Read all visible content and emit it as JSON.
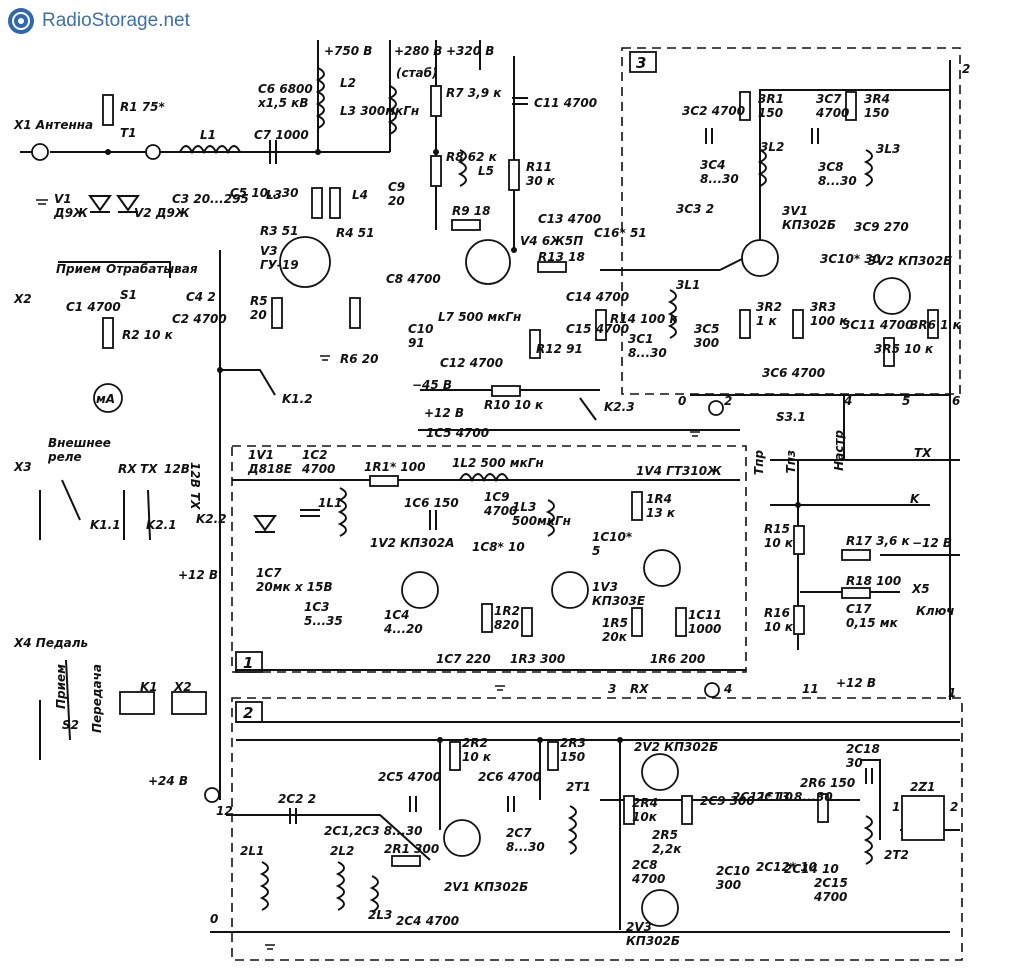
{
  "watermark": {
    "text": "RadioStorage.net",
    "icon": "radio-logo-icon"
  },
  "blocks": [
    {
      "id": "block-3",
      "label": "3"
    },
    {
      "id": "block-1",
      "label": "1"
    },
    {
      "id": "block-2",
      "label": "2"
    }
  ],
  "supply_labels": [
    "+750 В",
    "+280 В",
    "+320 В",
    "(стаб)",
    "−45 В",
    "+12 В",
    "+12 В",
    "+24 В",
    "−12 В",
    "+12 В"
  ],
  "connectors": [
    {
      "ref": "X1",
      "label": "Антенна"
    },
    {
      "ref": "X2",
      "label": ""
    },
    {
      "ref": "X3",
      "label": "Внешнее реле"
    },
    {
      "ref": "X4",
      "label": "Педаль"
    },
    {
      "ref": "X5",
      "label": "Ключ"
    }
  ],
  "components": {
    "R1": "75*",
    "T1": "T1",
    "V1": "Д9Ж",
    "V2": "Д9Ж",
    "C1": "4700",
    "R2": "10 к",
    "P1": "мА",
    "S1": "S1",
    "S1_a": "Прием",
    "S1_b": "Отрабатывая",
    "C2": "4700",
    "C3": "20...295",
    "C4": "2",
    "L1": "L1",
    "C5": "10...30",
    "C6": "6800 х1,5 кВ",
    "C7": "1000",
    "L2": "L2",
    "L3_choke": "300мкГн",
    "L3": "L3",
    "L4": "L4",
    "R3": "51",
    "R4": "51",
    "V3": "ГУ-19",
    "R5": "20",
    "R6": "20",
    "C8": "4700",
    "R7": "3,9 к",
    "R8": "62 к",
    "L5": "L5",
    "C9": "20",
    "R9": "18",
    "C10": "91",
    "L7": "500 мкГн",
    "C11": "4700",
    "R11": "30 к",
    "C13": "4700",
    "C16": "51",
    "V4": "6Ж5П",
    "R13": "18",
    "C12": "4700",
    "R12": "91",
    "C14": "4700",
    "C15": "4700",
    "R14": "100 к",
    "R10": "10 к",
    "K1.2": "K1.2",
    "K2.3": "K2.3",
    "R15": "10 к",
    "R16": "10 к",
    "R17": "3,6 к",
    "R18": "100",
    "C17": "0,15 мк"
  },
  "block3": {
    "3C2": "4700",
    "3R1": "150",
    "3C7": "4700",
    "3R4": "150",
    "3C4": "8...30",
    "3L2": "3L2",
    "3C8": "8...30",
    "3L3": "3L3",
    "3C3": "2",
    "3V1": "КП302Б",
    "3C9": "270",
    "3C10": "30",
    "3V2": "КП302Б",
    "3L1": "3L1",
    "3R2": "1 к",
    "3R3": "100 к",
    "3C11": "4700",
    "3R5": "10 к",
    "3R6": "1 к",
    "3C1": "8...30",
    "3C5": "300",
    "3C6": "4700",
    "S3.1": "S3.1",
    "pins": [
      "0",
      "2",
      "4",
      "5",
      "6",
      "2"
    ],
    "labels": [
      "Тпр",
      "Тпз",
      "Настр",
      "TX",
      "K"
    ]
  },
  "block1": {
    "1V1": "Д818Е",
    "1C2": "4700",
    "1R1": "100",
    "1L2": "500 мкГн",
    "1C5": "4700",
    "1C6": "150",
    "1C9": "4700",
    "1L3": "500мкГн",
    "1V4": "ГТ310Ж",
    "1L1": "1L1",
    "1V2": "КП302А",
    "1C8": "10",
    "1C10": "5",
    "1R4": "13 к",
    "1C7": "20мк х 15В",
    "1C3": "5...35",
    "1C4": "4...20",
    "1R2": "820",
    "1V3": "КП303Е",
    "1R5": "20к",
    "1C11": "1000",
    "1C7b": "220",
    "1R3": "300",
    "1R6": "200"
  },
  "block2": {
    "2R2": "10 к",
    "2R3": "150",
    "2C5": "4700",
    "2C6": "4700",
    "2T1": "2T1",
    "2V2": "КП302Б",
    "2C18": "30",
    "2Z1": "2Z1",
    "2C2": "2",
    "2C1_2C3": "8...30",
    "2L1": "2L1",
    "2L2": "2L2",
    "2R1": "300",
    "2L3": "2L3",
    "2C4": "4700",
    "2V1": "КП302Б",
    "2C7": "8...30",
    "2R4": "10к",
    "2R5": "2,2к",
    "2C8": "4700",
    "2C9": "300",
    "2C10": "300",
    "2C11": "10",
    "2C12": "10",
    "2C13": "8...30",
    "2C14": "10",
    "2R6": "150",
    "2C15": "4700",
    "2T2": "2T2",
    "2V3": "КП302Б",
    "pins": [
      "12",
      "0",
      "3",
      "RX",
      "4",
      "11",
      "1",
      "2",
      "1"
    ]
  },
  "relays": {
    "K1": "K1",
    "K2": "X2",
    "K1.1": "K1.1",
    "K2.1": "K2.1",
    "K2.2": "K2.2",
    "RX": "RX",
    "TX": "TX",
    "12B": "12В",
    "12BTX": "12В ТX",
    "S2": "S2",
    "S2_a": "Прием",
    "S2_b": "Передача"
  },
  "colors": {
    "line": "#111111",
    "watermark": "#3d6fa8",
    "background": "#ffffff"
  }
}
